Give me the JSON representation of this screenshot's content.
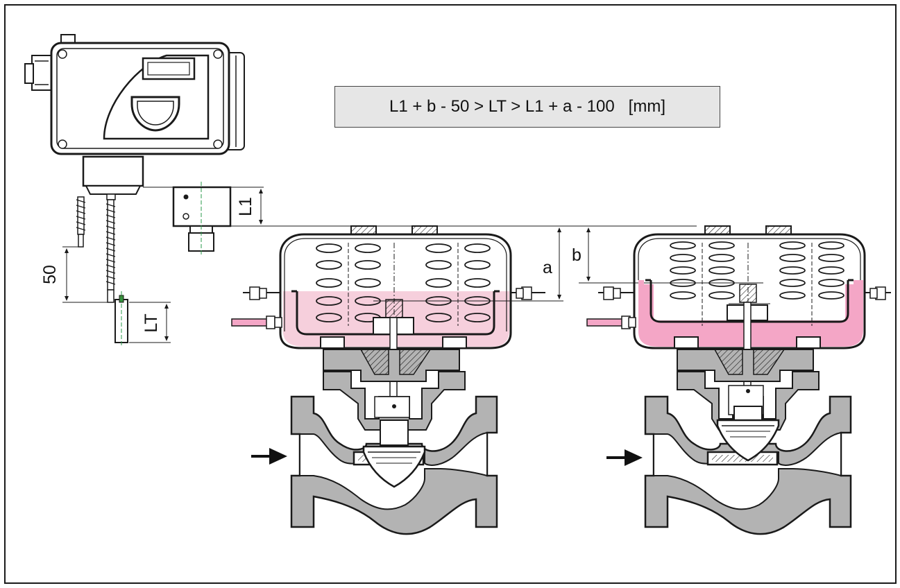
{
  "formula": "L1 + b - 50 > LT > L1 + a - 100   [mm]",
  "labels": {
    "l1": "L1",
    "dim_50": "50",
    "lt": "LT",
    "a": "a",
    "b": "b"
  },
  "colors": {
    "line": "#1a1a1a",
    "metal_gray": "#b3b3b3",
    "formula_bg": "#e6e6e6",
    "chamber_light_pink": "#f6cfdc",
    "chamber_pink": "#f4a6c6"
  },
  "icons": {
    "flow_arrow": "arrow-right-icon"
  }
}
